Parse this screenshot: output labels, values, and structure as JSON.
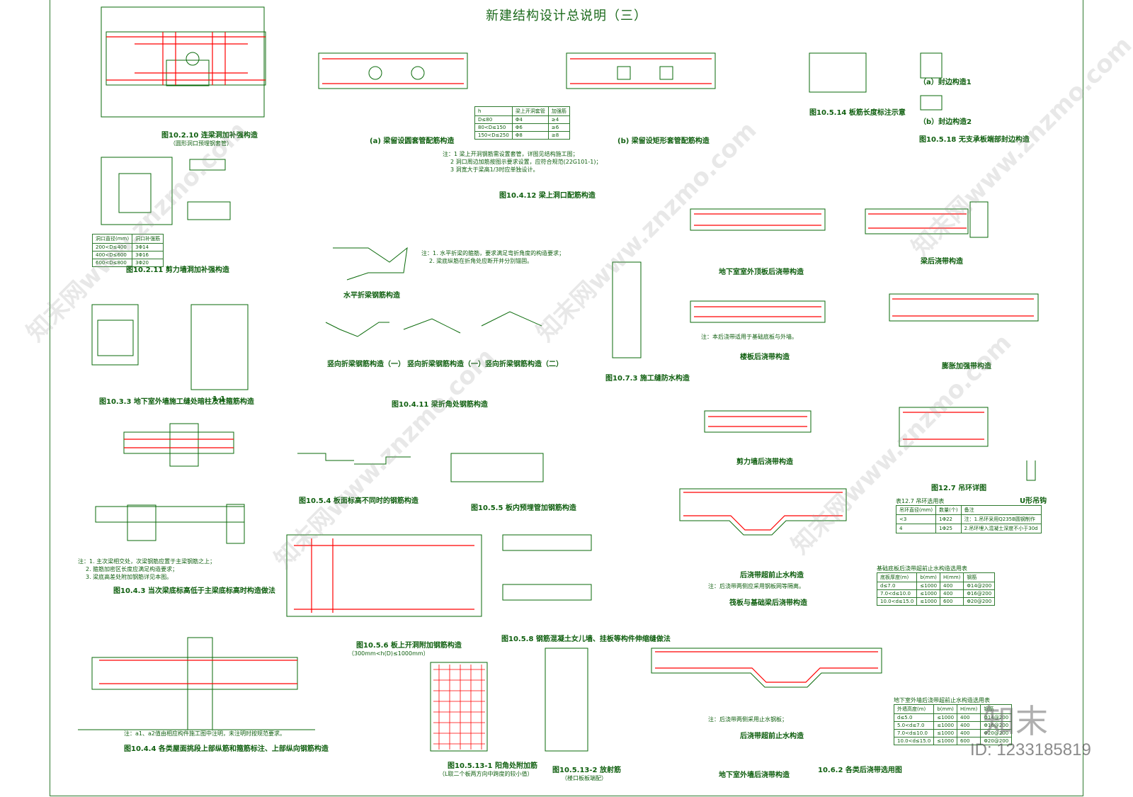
{
  "title": "新建结构设计总说明（三）",
  "captions": {
    "c1": "图10.2.10 连梁洞加补强构造",
    "c1s": "（圆形洞口预埋钢套管）",
    "c2": "图10.2.11 剪力墙洞加补强构造",
    "c3": "图10.3.3 地下室外墙施工缝处暗柱及柱箍筋构造",
    "c3b": "1-1",
    "c4": "图10.4.3 当次梁底标高低于主梁底标高时构造做法",
    "c5": "图10.4.4 各类屋面挑段上部纵筋和箍筋标注、上部纵向钢筋构造",
    "c6a": "(a) 梁留设圆套管配筋构造",
    "c6b": "(b) 梁留设矩形套管配筋构造",
    "c7": "图10.4.12 梁上洞口配筋构造",
    "c8a": "水平折梁钢筋构造",
    "c8b": "竖向折梁钢筋构造（一）",
    "c8c": "竖向折梁钢筋构造（一）",
    "c8d": "竖向折梁钢筋构造（二）",
    "c8": "图10.4.11 梁折角处钢筋构造",
    "c9": "图10.5.4 板面标高不同时的钢筋构造",
    "c10": "图10.5.5 板内预埋管加钢筋构造",
    "c11": "图10.5.6 板上开洞附加钢筋构造",
    "c11s": "（300mm<h(D)≤1000mm）",
    "c12": "图10.5.8 钢筋混凝土女儿墙、挂板等构件伸缩缝做法",
    "c13": "图10.5.13-1 阳角处附加筋",
    "c13s": "（L取二个板两方向中跨度的较小值）",
    "c14": "图10.5.13-2 放射筋",
    "c14s": "（楼口板板端配）",
    "c15": "图10.7.3 施工缝防水构造",
    "c16": "地下室室外顶板后浇带构造",
    "c17": "楼板后浇带构造",
    "c18": "剪力墙后浇带构造",
    "c19": "后浇带超前止水构造",
    "c20": "筏板与基础梁后浇带构造",
    "c21": "后浇带超前止水构造",
    "c22": "地下室外墙后浇带构造",
    "c23": "10.6.2 各类后浇带选用图",
    "c24": "图10.5.14 板筋长度标注示意",
    "c25a": "（a）封边构造1",
    "c25b": "（b）封边构造2",
    "c25": "图10.5.18 无支承板端部封边构造",
    "c26": "梁后浇带构造",
    "c27": "膨胀加强带构造",
    "c28": "图12.7 吊环详图",
    "c29": "U形吊钩"
  },
  "notes": {
    "n1": "注：1 梁上开洞钢筋需设置套管，详图见结构施工图；",
    "n2": "2 洞口周边加筋按图示要求设置，应符合规范(22G101-1)；",
    "n3": "3 洞宽大于梁高1/3时应单独设计。",
    "n4": "注：1. 水平折梁的箍筋，要求满足弯折角度的构造要求；",
    "n5": "2. 梁底纵筋在折角处应断开并分别锚固。",
    "n6": "注：1. 主次梁相交处，次梁钢筋应置于主梁钢筋之上；",
    "n7": "2. 箍筋加密区长度应满足构造要求；",
    "n8": "3. 梁底高差处附加钢筋详见本图。",
    "n9": "注：a1、a2值由相应构件施工图中注明，未注明时按规范要求。",
    "n10": "注：本后浇带适用于基础底板与外墙。",
    "n11": "注：后浇带两侧应采用钢板网等隔离。",
    "n12": "注：后浇带两侧采用止水钢板；"
  },
  "tables": {
    "t1_head": [
      "洞口直径(mm)",
      "洞口补强筋"
    ],
    "t1_rows": [
      [
        "200<D≤400",
        "3Φ14"
      ],
      [
        "400<D≤600",
        "3Φ16"
      ],
      [
        "600<D≤800",
        "3Φ20"
      ]
    ],
    "t2_head": [
      "h",
      "梁上开洞套管",
      "加强筋"
    ],
    "t2_rows": [
      [
        "D≤80",
        "Φ4",
        "≥4"
      ],
      [
        "80<D≤150",
        "Φ6",
        "≥6"
      ],
      [
        "150<D≤250",
        "Φ8",
        "≥8"
      ]
    ],
    "t3_title": "表12.7 吊环选用表",
    "t3_head": [
      "吊环直径(mm)",
      "数量(个)",
      "备注"
    ],
    "t3_rows": [
      [
        "<3",
        "1Φ22",
        "注：1.吊环采用Q235B圆钢制作"
      ],
      [
        "4",
        "1Φ25",
        "2.吊环埋入混凝土深度不小于30d"
      ]
    ],
    "t4_title": "基础底板后浇带超前止水构造选用表",
    "t4_head": [
      "底板厚度(m)",
      "b(mm)",
      "H(mm)",
      "钢筋"
    ],
    "t4_rows": [
      [
        "d≤7.0",
        "≤1000",
        "400",
        "Φ14@200"
      ],
      [
        "7.0<d≤10.0",
        "≤1000",
        "400",
        "Φ16@200"
      ],
      [
        "10.0<d≤15.0",
        "≤1000",
        "600",
        "Φ20@200"
      ]
    ],
    "t5_title": "地下室外墙后浇带超前止水构造选用表",
    "t5_head": [
      "外墙高度(m)",
      "b(mm)",
      "H(mm)",
      "钢筋"
    ],
    "t5_rows": [
      [
        "d≤5.0",
        "≤1000",
        "400",
        "Φ14@200"
      ],
      [
        "5.0<d≤7.0",
        "≤1000",
        "400",
        "Φ16@200"
      ],
      [
        "7.0<d≤10.0",
        "≤1000",
        "400",
        "Φ20@200"
      ],
      [
        "10.0<d≤15.0",
        "≤1000",
        "600",
        "Φ20@200"
      ]
    ]
  },
  "watermark": {
    "text": "知末网www.znzmo.com",
    "logo": "知末",
    "id": "ID: 1233185819"
  },
  "colors": {
    "line": "#0a6a0a",
    "rebar": "#ff0000",
    "border": "#2f7a2f"
  }
}
